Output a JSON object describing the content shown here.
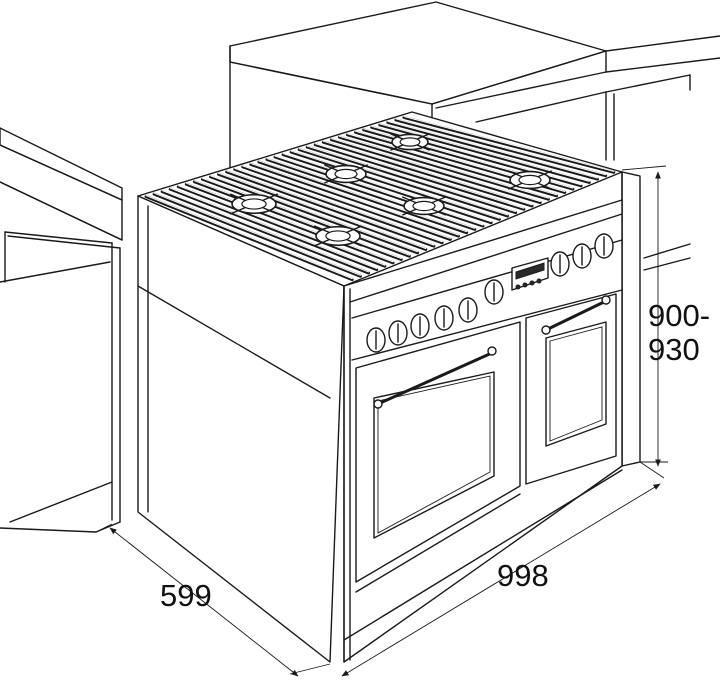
{
  "dimensions": {
    "depth": "599",
    "width": "998",
    "height_line1": "900-",
    "height_line2": "930"
  },
  "colors": {
    "line": "#1a1a1a",
    "background": "#ffffff"
  }
}
